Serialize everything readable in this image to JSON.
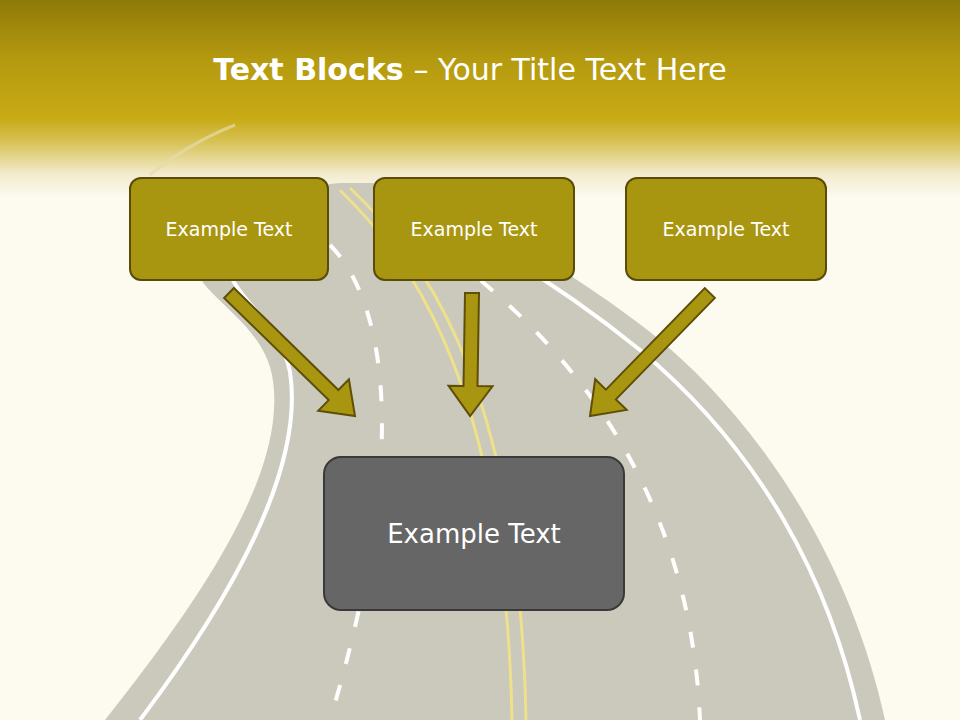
{
  "diagram": {
    "title": "Text Blocks",
    "nodes": [
      {
        "text": [
          "Example Text"
        ]
      },
      {
        "text": [
          "Example Text"
        ]
      },
      {
        "text": [
          "Example Text"
        ]
      },
      {
        "text": [
          "Example Text"
        ]
      }
    ],
    "edges": [
      {
        "from": 0,
        "to": 3,
        "arrow": "to"
      },
      {
        "from": 1,
        "to": 3,
        "arrow": "to"
      },
      {
        "from": 2,
        "to": 3,
        "arrow": "to"
      }
    ],
    "labels": [
      "– Your Title Text Here"
    ]
  }
}
